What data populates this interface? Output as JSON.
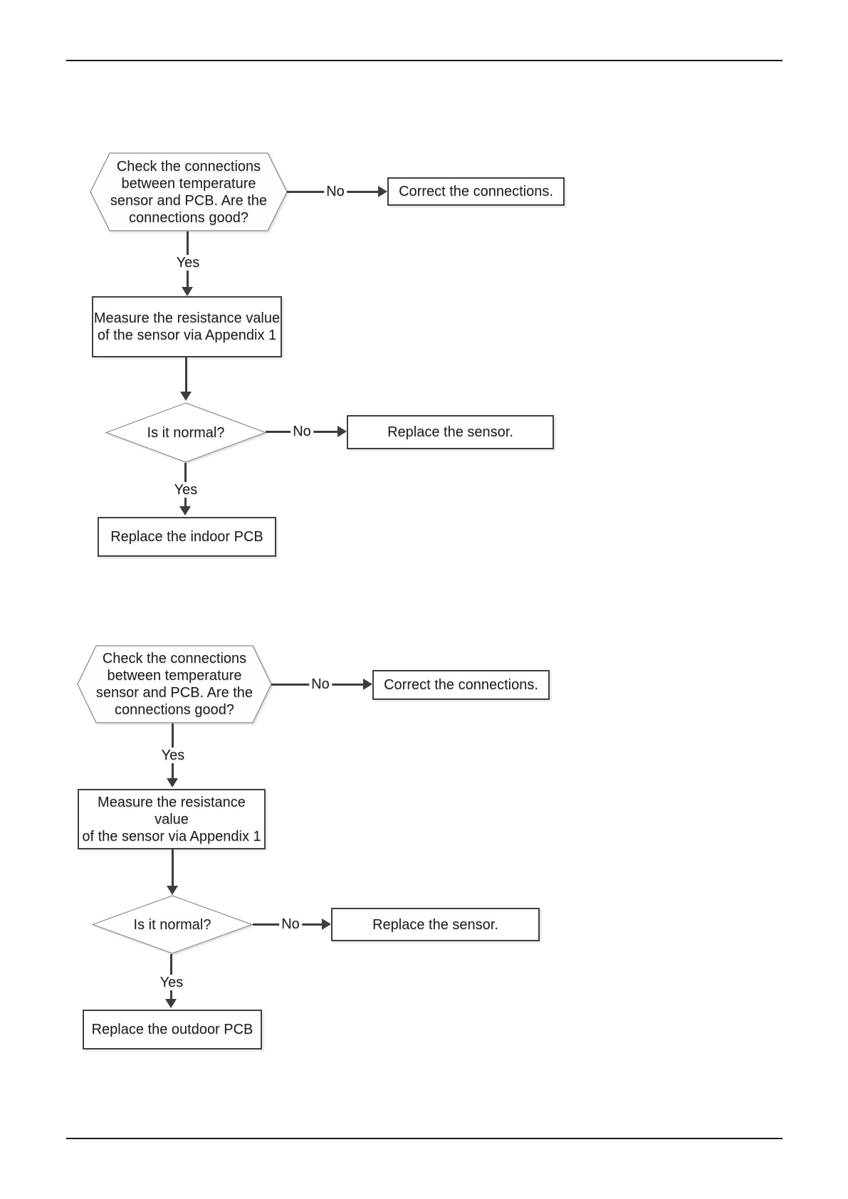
{
  "page": {
    "background": "#ffffff",
    "rule_color": "#161616"
  },
  "colors": {
    "text": "#1c1c1c",
    "connector_line": "#3d3d3d",
    "rect_border": "#3f3f3f",
    "polygon_border": "#9a9a9a"
  },
  "labels": {
    "yes": "Yes",
    "no": "No"
  },
  "flowcharts": [
    {
      "name": "indoor-temperature-sensor-check",
      "hexagon_text": "Check the connections\nbetween temperature\nsensor and PCB. Are the\nconnections good?",
      "correct_box": "Correct the connections.",
      "measure_box": "Measure the resistance value\nof the sensor via Appendix 1",
      "diamond_text": "Is it normal?",
      "replace_sensor_box": "Replace the sensor.",
      "final_box": "Replace the indoor PCB"
    },
    {
      "name": "outdoor-temperature-sensor-check",
      "hexagon_text": "Check the connections\nbetween temperature\nsensor and PCB. Are the\nconnections good?",
      "correct_box": "Correct the connections.",
      "measure_box": "Measure the resistance value\nof the sensor via Appendix 1",
      "diamond_text": "Is it normal?",
      "replace_sensor_box": "Replace the sensor.",
      "final_box": "Replace the outdoor PCB"
    }
  ]
}
